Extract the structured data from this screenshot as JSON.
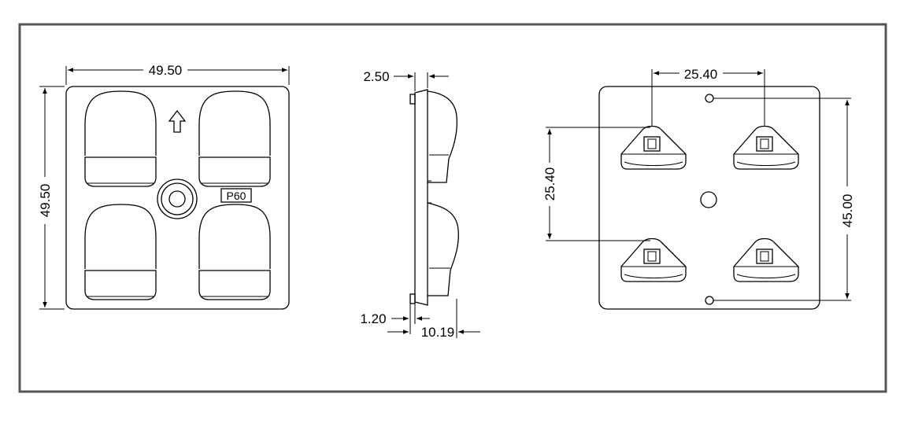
{
  "front_view": {
    "width_dim": "49.50",
    "height_dim": "49.50",
    "part_label": "P60"
  },
  "side_view": {
    "top_thickness_dim": "2.50",
    "base_dim": "1.20",
    "total_depth_dim": "10.19"
  },
  "back_view": {
    "horizontal_pitch_dim": "25.40",
    "vertical_pitch_dim": "25.40",
    "hole_spacing_dim": "45.00"
  },
  "colors": {
    "frame": "#555555",
    "lines": "#000000",
    "background": "#ffffff"
  }
}
